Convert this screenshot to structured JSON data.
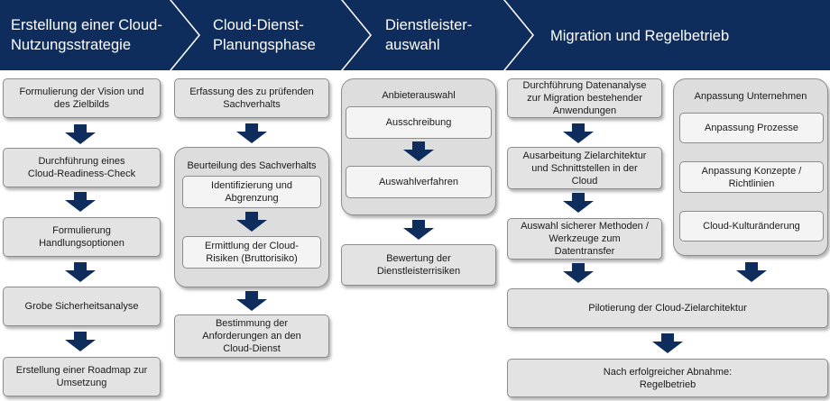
{
  "colors": {
    "header": "#0e2d5c",
    "arrow": "#0e2d5c",
    "box": "#e3e3e3"
  },
  "phases": [
    {
      "title": "Erstellung einer Cloud-\nNutzungsstrategie"
    },
    {
      "title": "Cloud-Dienst-\nPlanungsphase"
    },
    {
      "title": "Dienstleister-\nauswahl"
    },
    {
      "title": "Migration und Regelbetrieb"
    }
  ],
  "col1": [
    "Formulierung der Vision und\ndes Zielbilds",
    "Durchführung eines\nCloud-Readiness-Check",
    "Formulierung\nHandlungsoptionen",
    "Grobe Sicherheitsanalyse",
    "Erstellung einer Roadmap zur\nUmsetzung"
  ],
  "col2": {
    "top": "Erfassung des zu prüfenden\nSachverhalts",
    "group_title": "Beurteilung des Sachverhalts",
    "group_items": [
      "Identifizierung und\nAbgrenzung",
      "Ermittlung der Cloud-\nRisiken (Bruttorisiko)"
    ],
    "bottom": "Bestimmung der\nAnforderungen an den\nCloud-Dienst"
  },
  "col3": {
    "group_title": "Anbieterauswahl",
    "group_items": [
      "Ausschreibung",
      "Auswahlverfahren"
    ],
    "bottom": "Bewertung der\nDienstleisterrisiken"
  },
  "col4": {
    "steps": [
      "Durchführung Datenanalyse\nzur Migration bestehender\nAnwendungen",
      "Ausarbeitung Zielarchitektur\nund Schnittstellen in der\nCloud",
      "Auswahl sicherer Methoden /\nWerkzeuge zum\nDatentransfer"
    ],
    "group_title": "Anpassung Unternehmen",
    "group_items": [
      "Anpassung Prozesse",
      "Anpassung Konzepte /\nRichtlinien",
      "Cloud-Kulturänderung"
    ],
    "pilot": "Pilotierung der Cloud-Zielarchitektur",
    "final": "Nach erfolgreicher Abnahme:\nRegelbetrieb"
  }
}
